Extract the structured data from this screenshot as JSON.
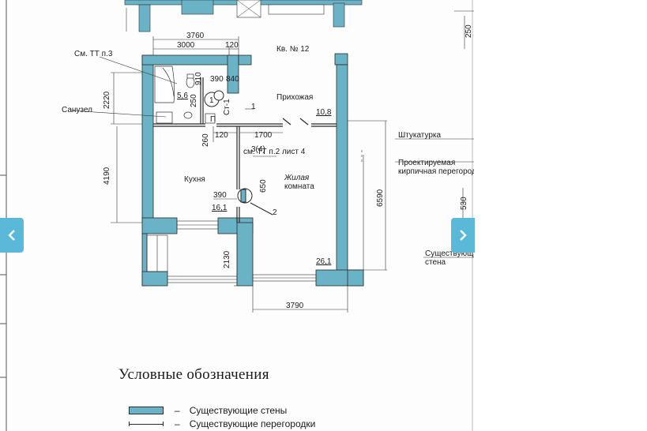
{
  "plan": {
    "apartment_label": "Кв. № 12",
    "rooms": {
      "hallway": "Прихожая",
      "hallway_area": "10,8",
      "bathroom": "Санузел",
      "bathroom_area": "5,6",
      "kitchen": "Кухня",
      "kitchen_area": "16,1",
      "living_line1": "Жилая",
      "living_line2": "комната",
      "living_area": "26,1"
    },
    "notes": {
      "tt3": "См. ТТ п.3",
      "tt2": "см. ТТ п.2 лист 4",
      "mark1": "1",
      "mark2": "2",
      "mark34": "3(4)",
      "riser": "Ст-1",
      "riser_circle": "1",
      "p": "П"
    },
    "dims": {
      "d3760": "3760",
      "d3000": "3000",
      "d120a": "120",
      "d120b": "120",
      "d910": "910",
      "d390a": "390",
      "d840": "840",
      "d250a": "250",
      "d250b": "250",
      "d260": "260",
      "d1700": "1700",
      "d650": "650",
      "d390b": "390",
      "d2220": "2220",
      "d4190": "4190",
      "d2130": "2130",
      "d6590": "6590",
      "d3790": "3790",
      "d530": "530"
    },
    "side_labels": {
      "plaster": "Штукатурка",
      "designed_line1": "Проектируемая",
      "designed_line2": "кирпичная перегородка",
      "existing_line1": "Существующая",
      "existing_line2": "стена"
    }
  },
  "legend": {
    "title": "Условные обозначения",
    "dash": "–",
    "walls": "Существующие стены",
    "partitions": "Существующие перегородки"
  },
  "colors": {
    "wall": "#6ab3c6",
    "nav_button": "#5ab9d8"
  },
  "nav": {
    "prev_icon": "chevron-left-icon",
    "next_icon": "chevron-right-icon"
  }
}
